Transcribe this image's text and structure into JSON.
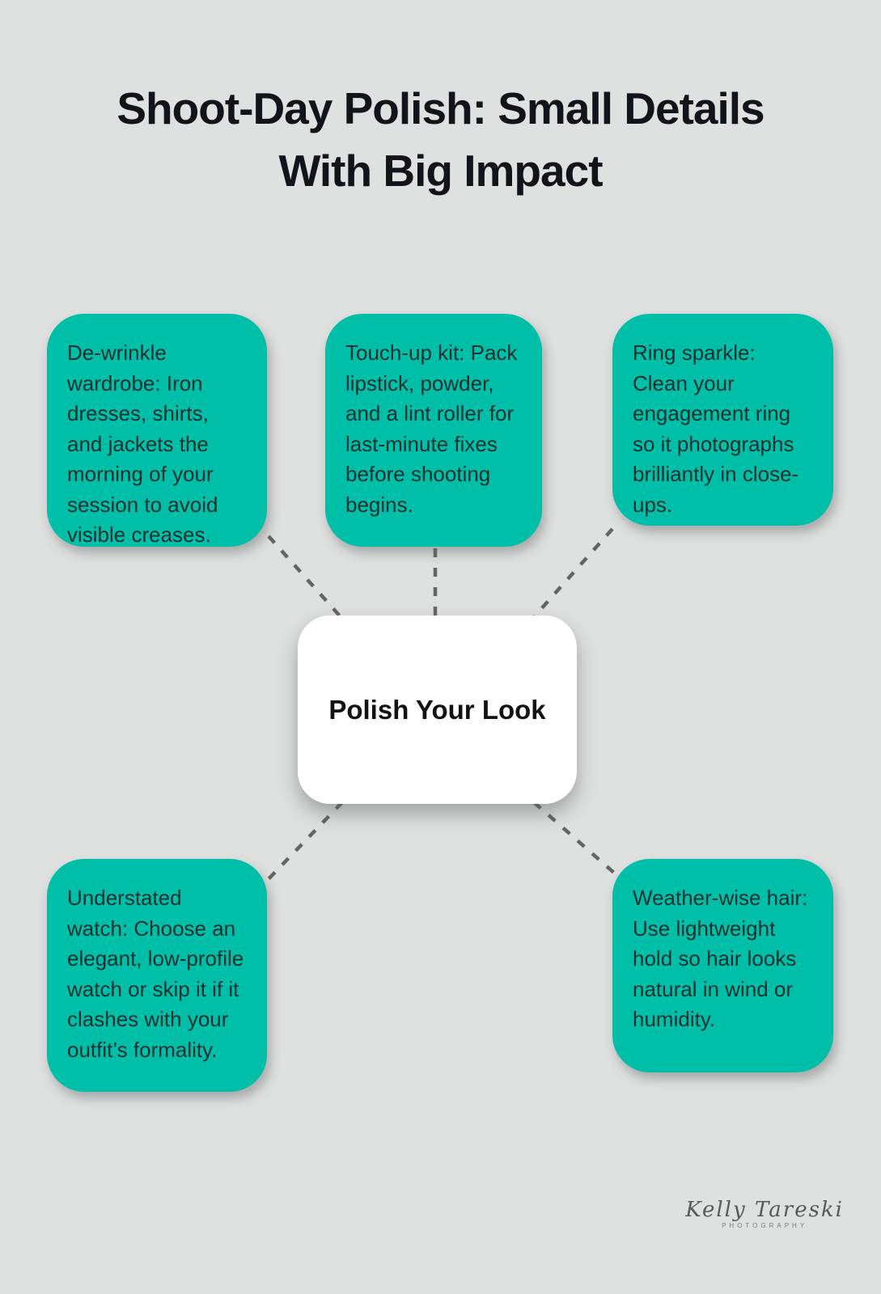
{
  "colors": {
    "background": "#dfe1e0",
    "card_teal": "#00bfa9",
    "card_text": "#16302f",
    "center_card_background": "#ffffff",
    "connector_gray": "#646464",
    "title_text": "#111418"
  },
  "title": {
    "line1": "Shoot-Day Polish: Small Details",
    "line2": "With Big Impact"
  },
  "diagram": {
    "center": {
      "label": "Polish Your Look"
    },
    "nodes": [
      {
        "id": "top-left",
        "text": "De-wrinkle wardrobe: Iron dresses, shirts, and jackets the morning of your session to avoid visible creases."
      },
      {
        "id": "top-center",
        "text": "Touch-up kit: Pack lipstick, powder, and a lint roller for last-minute fixes before shooting begins."
      },
      {
        "id": "top-right",
        "text": "Ring sparkle: Clean your engagement ring so it photographs brilliantly in close-ups."
      },
      {
        "id": "bottom-left",
        "text": "Understated watch: Choose an elegant, low-profile watch or skip it if it clashes with your outfit’s formality."
      },
      {
        "id": "bottom-right",
        "text": "Weather-wise hair: Use lightweight hold so hair looks natural in wind or humidity."
      }
    ]
  },
  "footer": {
    "signature_name": "Kelly Tareski",
    "signature_subtitle": "PHOTOGRAPHY"
  }
}
